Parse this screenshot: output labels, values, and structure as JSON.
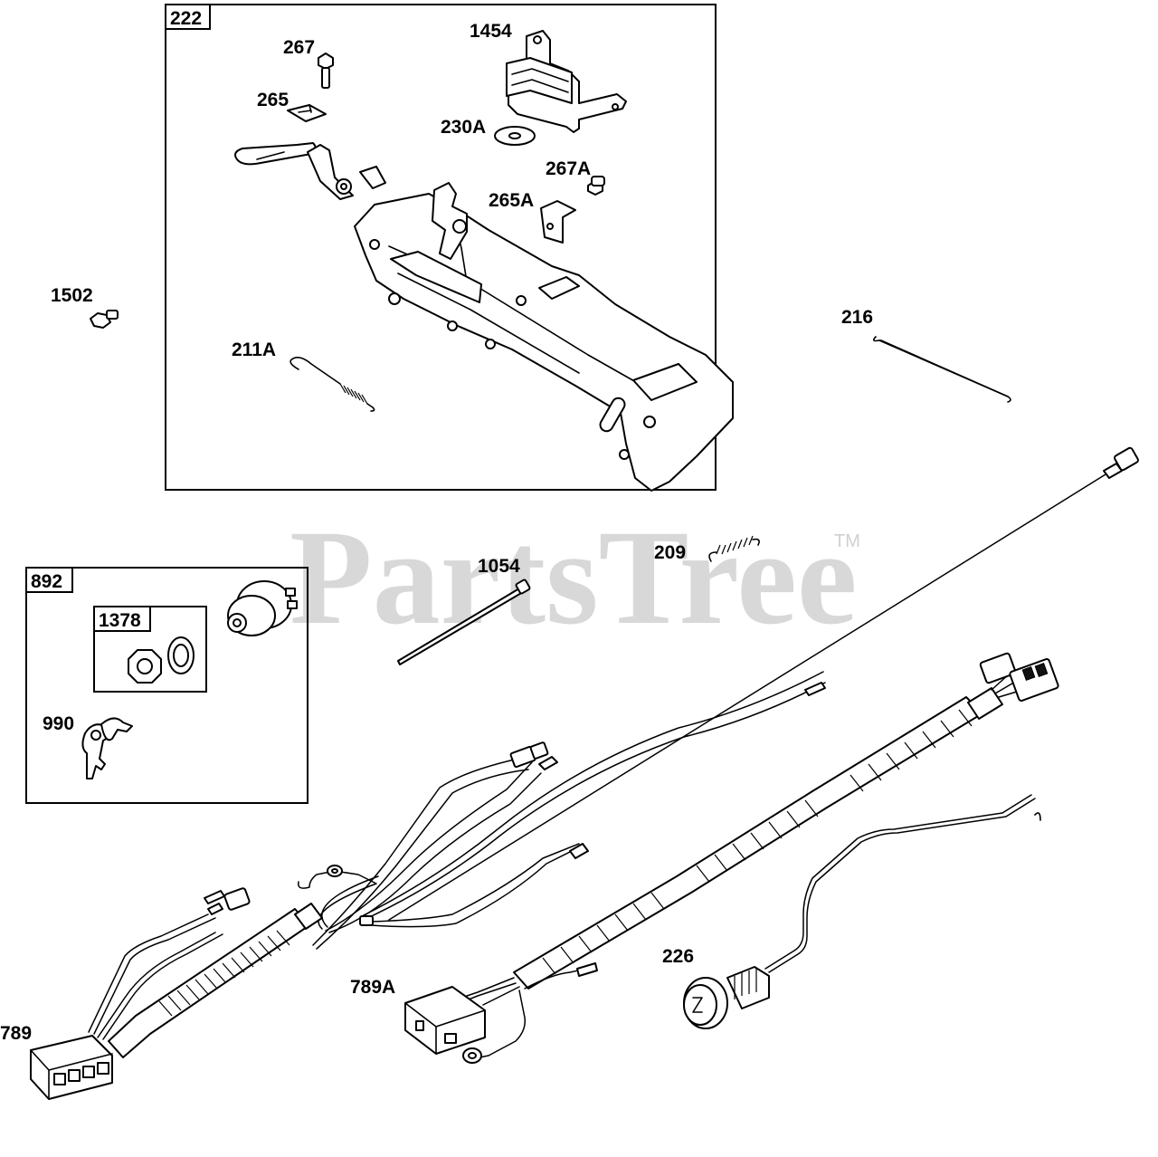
{
  "watermark": {
    "text": "PartsTree",
    "trademark": "TM"
  },
  "groups": {
    "g222": "222",
    "g892": "892",
    "g1378": "1378"
  },
  "parts": {
    "p267": "267",
    "p1454": "1454",
    "p265": "265",
    "p230A": "230A",
    "p267A": "267A",
    "p265A": "265A",
    "p1502": "1502",
    "p211A": "211A",
    "p216": "216",
    "p1054": "1054",
    "p209": "209",
    "p990": "990",
    "p789A": "789A",
    "p226": "226",
    "p789": "789"
  }
}
